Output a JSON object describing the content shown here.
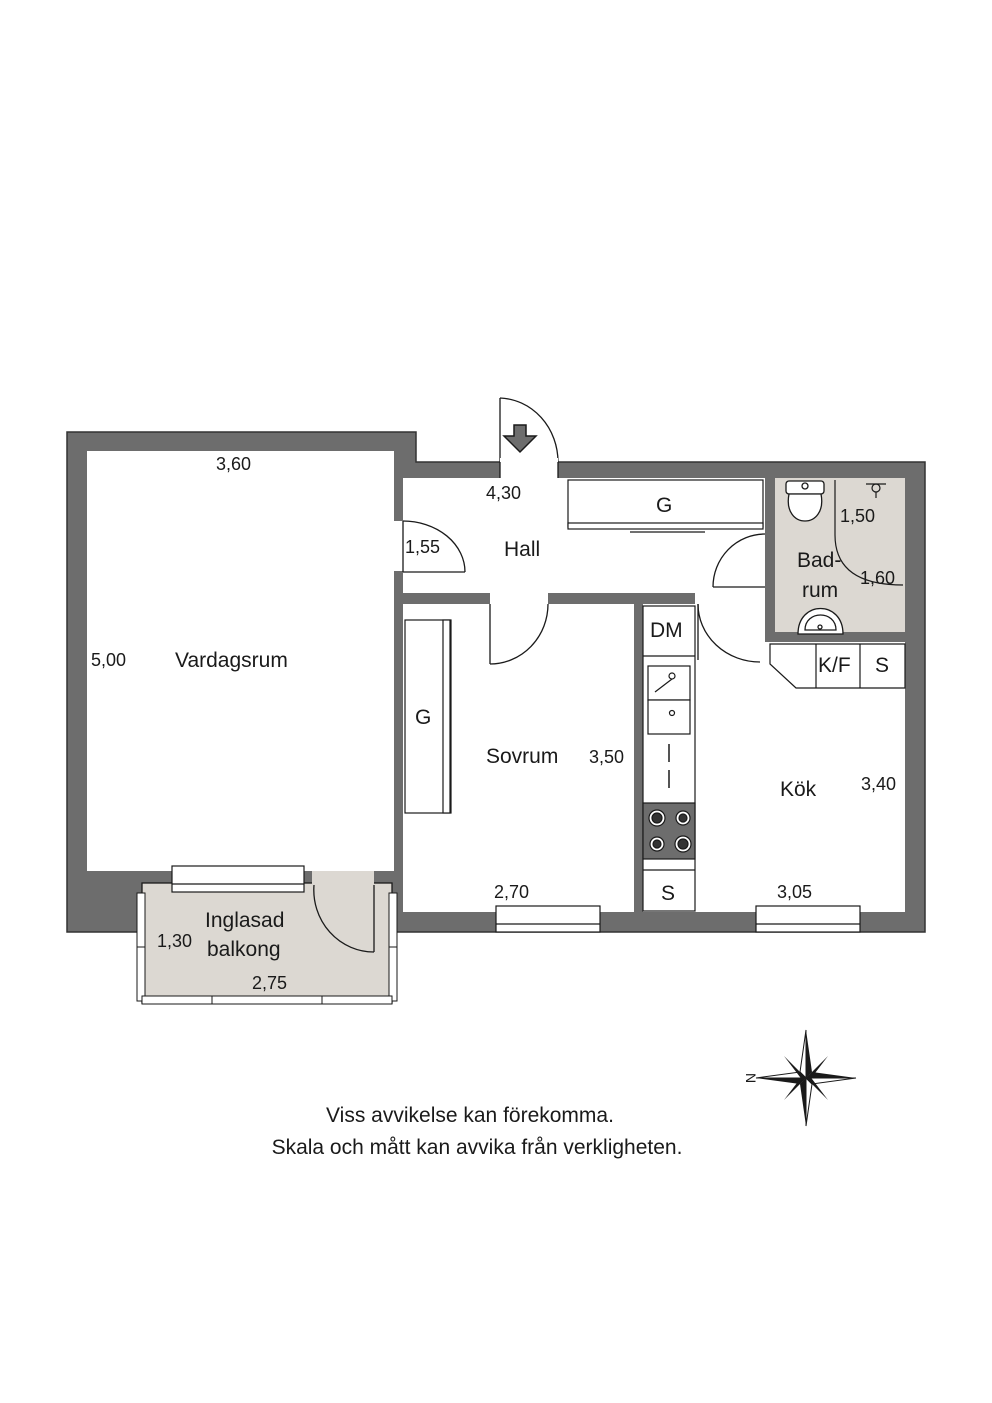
{
  "colors": {
    "wall": "#6d6d6d",
    "wall_outline": "#333333",
    "floor": "#ffffff",
    "balcony_floor": "#dcd8d2",
    "bath_floor": "#dcd8d2",
    "line": "#1a1a1a"
  },
  "rooms": {
    "vardagsrum": {
      "name": "Vardagsrum",
      "width": "3,60",
      "depth": "5,00"
    },
    "hall": {
      "name": "Hall",
      "width": "4,30",
      "depth": "1,55"
    },
    "sovrum": {
      "name": "Sovrum",
      "width": "2,70",
      "depth": "3,50"
    },
    "kok": {
      "name": "Kök",
      "width": "3,05",
      "depth": "3,40"
    },
    "badrum": {
      "name_line1": "Bad-",
      "name_line2": "rum",
      "width": "1,50",
      "depth": "1,60"
    },
    "balkong": {
      "name_line1": "Inglasad",
      "name_line2": "balkong",
      "width": "2,75",
      "depth": "1,30"
    }
  },
  "fixtures": {
    "hall_wardrobe": "G",
    "sovrum_wardrobe": "G",
    "dishwasher": "DM",
    "fridge_freezer": "K/F",
    "kitchen_cabinet": "S",
    "kitchen_cabinet_2": "S"
  },
  "compass": {
    "north_label": "N",
    "icon": "compass-rose-icon"
  },
  "entrance": {
    "icon": "entrance-arrow-icon"
  },
  "disclaimer": {
    "line1": "Viss avvikelse kan förekomma.",
    "line2": "Skala och mått kan avvika från verkligheten."
  }
}
